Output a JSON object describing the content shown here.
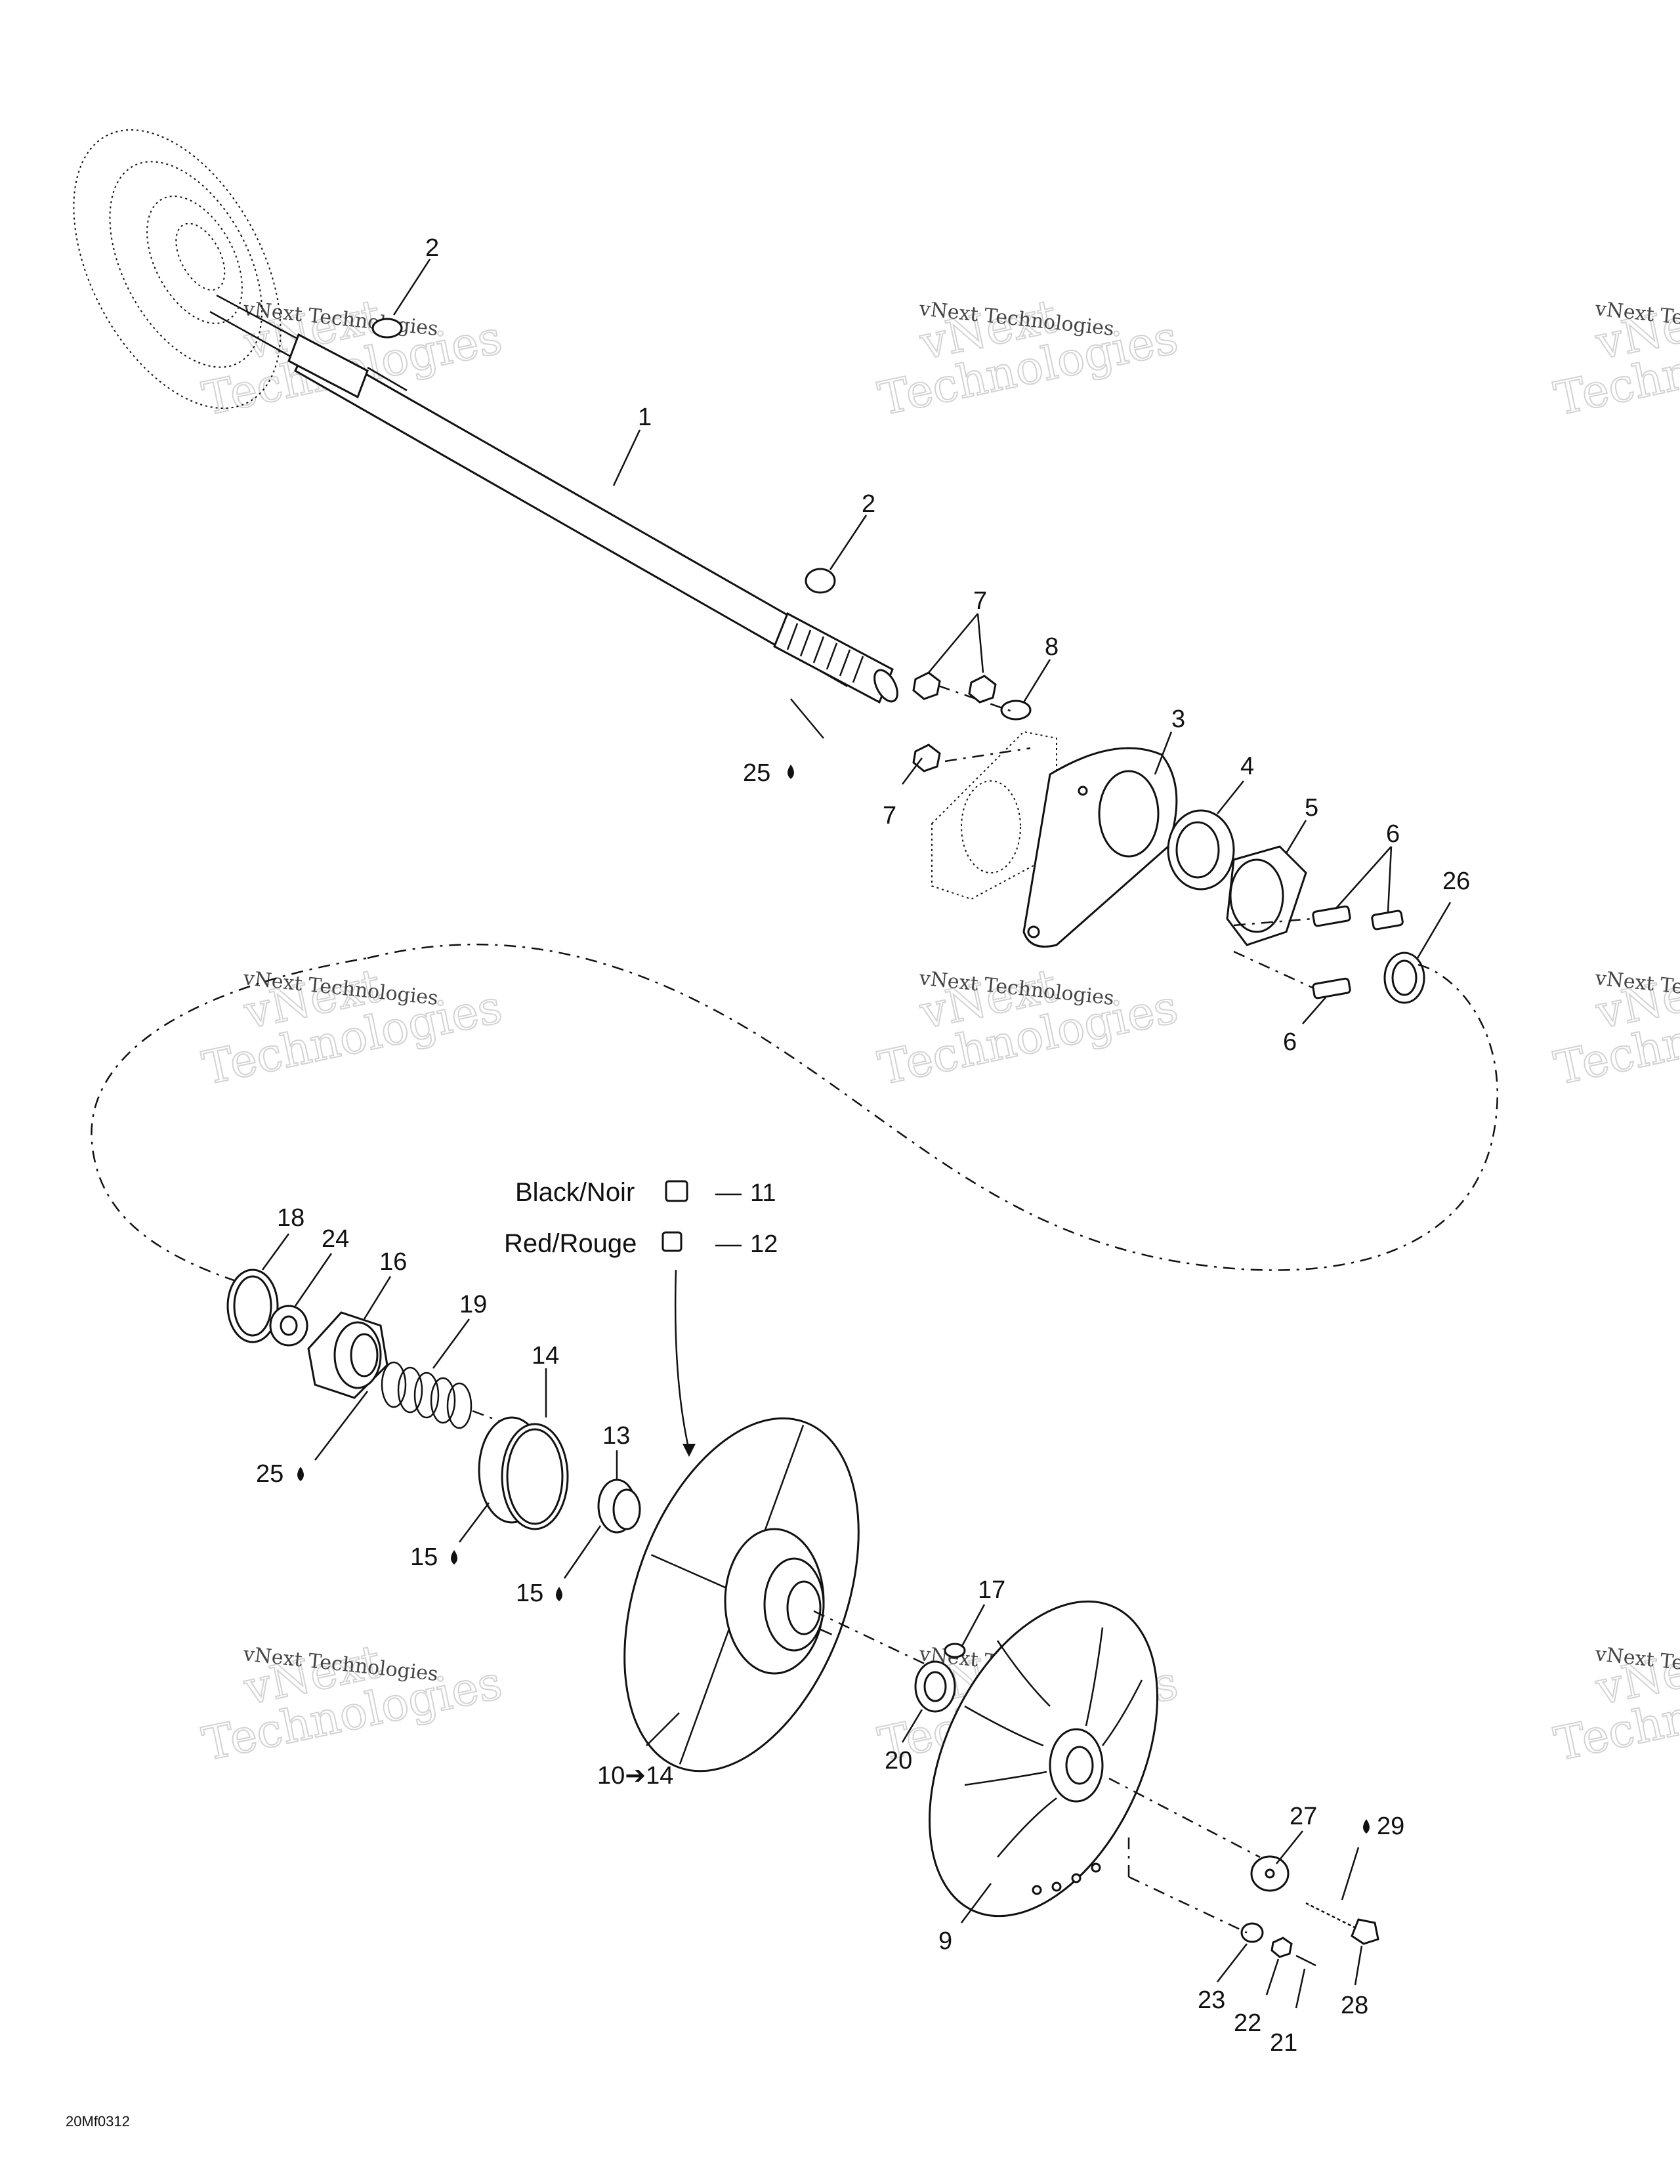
{
  "diagram": {
    "callouts": [
      {
        "id": "c2a",
        "text": "2"
      },
      {
        "id": "c1",
        "text": "1"
      },
      {
        "id": "c2b",
        "text": "2"
      },
      {
        "id": "c7a",
        "text": "7"
      },
      {
        "id": "c8",
        "text": "8"
      },
      {
        "id": "c25a",
        "text": "25"
      },
      {
        "id": "c3",
        "text": "3"
      },
      {
        "id": "c4",
        "text": "4"
      },
      {
        "id": "c7b",
        "text": "7"
      },
      {
        "id": "c5",
        "text": "5"
      },
      {
        "id": "c6a",
        "text": "6"
      },
      {
        "id": "c26",
        "text": "26"
      },
      {
        "id": "c6b",
        "text": "6"
      },
      {
        "id": "c11",
        "text": "11"
      },
      {
        "id": "c12",
        "text": "12"
      },
      {
        "id": "c18",
        "text": "18"
      },
      {
        "id": "c24",
        "text": "24"
      },
      {
        "id": "c16",
        "text": "16"
      },
      {
        "id": "c19",
        "text": "19"
      },
      {
        "id": "c14a",
        "text": "14"
      },
      {
        "id": "c13",
        "text": "13"
      },
      {
        "id": "c25b",
        "text": "25"
      },
      {
        "id": "c15a",
        "text": "15"
      },
      {
        "id": "c15b",
        "text": "15"
      },
      {
        "id": "c17",
        "text": "17"
      },
      {
        "id": "c20",
        "text": "20"
      },
      {
        "id": "c10_14",
        "text": "10➔14"
      },
      {
        "id": "c27",
        "text": "27"
      },
      {
        "id": "c29",
        "text": "29"
      },
      {
        "id": "c9",
        "text": "9"
      },
      {
        "id": "c23",
        "text": "23"
      },
      {
        "id": "c22",
        "text": "22"
      },
      {
        "id": "c21",
        "text": "21"
      },
      {
        "id": "c28",
        "text": "28"
      }
    ],
    "labels": {
      "black": "Black/Noir",
      "red": "Red/Rouge"
    },
    "watermark": {
      "line1": "vNext",
      "line2": "Technologies",
      "small": "vNext Technologies"
    },
    "drawing_code": "20Mf0312"
  }
}
